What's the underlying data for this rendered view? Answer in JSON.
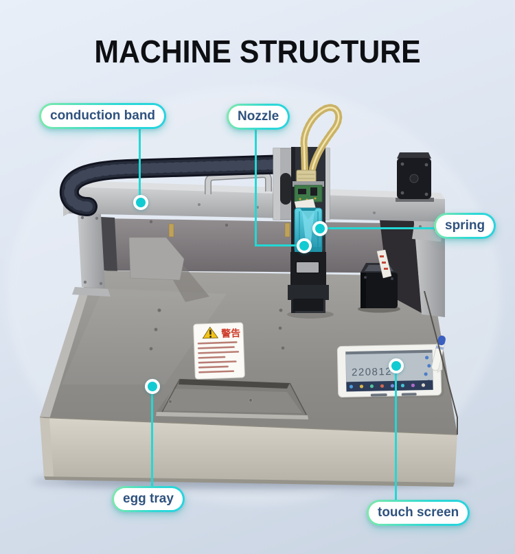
{
  "title": "MACHINE STRUCTURE",
  "callouts": {
    "conduction_band": {
      "label": "conduction band"
    },
    "nozzle": {
      "label": "Nozzle"
    },
    "spring": {
      "label": "spring"
    },
    "egg_tray": {
      "label": "egg tray"
    },
    "touch_screen": {
      "label": "touch screen"
    }
  },
  "machine": {
    "touch_screen_display": "220812",
    "warning_label_title": "警告"
  },
  "colors": {
    "callout_line": "#23d8d5",
    "callout_dot": "#12cbd2",
    "callout_text": "#2f527e",
    "pill_border_start": "#7fe9a9",
    "pill_border_end": "#24d3e0",
    "title_text": "#0e0f12",
    "cartridge_teal": "#35b9cf",
    "cable_yellow": "#e7d287",
    "warning_red": "#ce3a29"
  }
}
